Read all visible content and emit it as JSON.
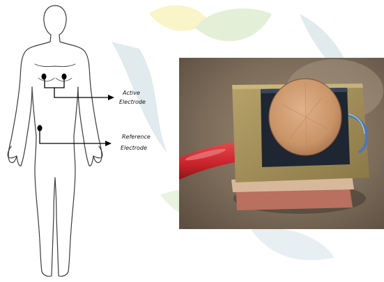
{
  "labels": {
    "active": [
      "Active",
      "Electrode"
    ],
    "reference": [
      "Reference",
      "Electrode"
    ]
  },
  "colors": {
    "outline": "#3a3a3a",
    "electrode_dot": "#000000",
    "watermark_green": "#cfe3b8",
    "watermark_yellow": "#f6ee9e",
    "watermark_blue": "#c9d9e0",
    "photo_background": "#7a6a58",
    "pcb_board": "#9a8754",
    "foam_pad": "#1e2632",
    "copper_disc": "#c99468",
    "red_wire": "#c8222a"
  },
  "icons": {
    "figure": "human-body-outline-icon",
    "photo": "electrode-sensor-photo"
  }
}
